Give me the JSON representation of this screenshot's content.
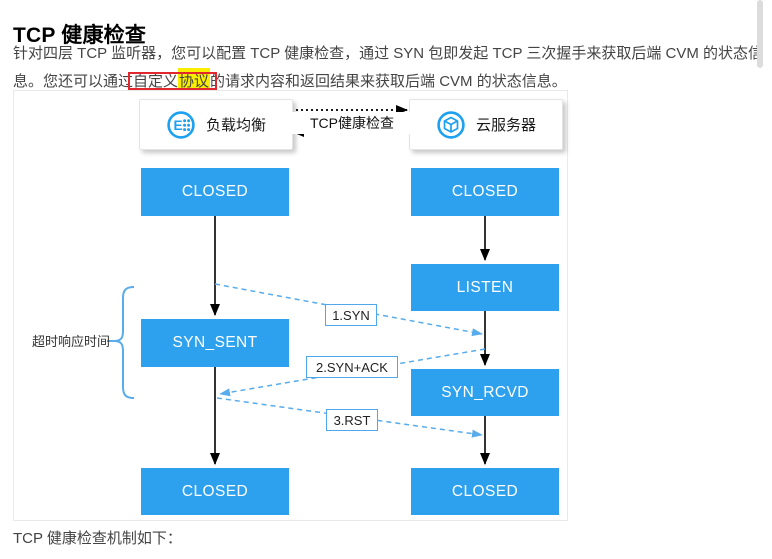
{
  "page": {
    "title": "TCP 健康检查",
    "footer": "TCP 健康检查机制如下："
  },
  "paragraph": {
    "line1": "针对四层 TCP 监听器，您可以配置 TCP 健康检查，通过 SYN 包即发起 TCP 三次握手来获取后端 CVM 的状态信",
    "line2_pre": "息。您还可以通过",
    "line2_boxed": "自定义",
    "line2_highlight": "协议",
    "line2_post": "的请求内容和返回结果来获取后端 CVM 的状态信息。"
  },
  "diagram": {
    "actors": {
      "load_balancer": {
        "label": "负载均衡",
        "icon": "load-balancer-icon"
      },
      "cloud_server": {
        "label": "云服务器",
        "icon": "cloud-server-icon"
      },
      "link_label": "TCP健康检查"
    },
    "left_states": [
      {
        "label": "CLOSED"
      },
      {
        "label": "SYN_SENT"
      },
      {
        "label": "CLOSED"
      }
    ],
    "right_states": [
      {
        "label": "CLOSED"
      },
      {
        "label": "LISTEN"
      },
      {
        "label": "SYN_RCVD"
      },
      {
        "label": "CLOSED"
      }
    ],
    "messages": [
      {
        "label": "1.SYN"
      },
      {
        "label": "2.SYN+ACK"
      },
      {
        "label": "3.RST"
      }
    ],
    "timeout_label": "超时响应时间",
    "colors": {
      "state_box_blue": "#2ea1ee",
      "dashed_line_blue": "#58acec",
      "icon_blue": "#1ca0f0",
      "annotation_red": "#e0282e",
      "highlight_yellow": "#f9ee00",
      "arrow_black": "#000000"
    }
  }
}
